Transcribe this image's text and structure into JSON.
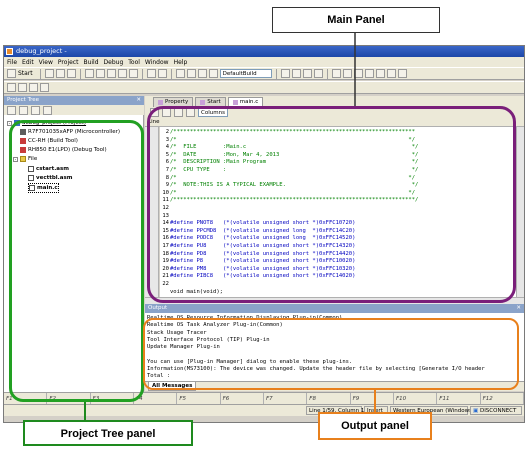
{
  "window": {
    "title": "debug_project -"
  },
  "menu": [
    "File",
    "Edit",
    "View",
    "Project",
    "Build",
    "Debug",
    "Tool",
    "Window",
    "Help"
  ],
  "toolbar": {
    "start_label": "Start",
    "build_config": "DefaultBuild"
  },
  "project_tree": {
    "title": "Project Tree",
    "items": [
      {
        "label": "debug_project (Project)",
        "icon": "project-icon"
      },
      {
        "label": "R7F701035xAFP (Microcontroller)",
        "icon": "chip-icon"
      },
      {
        "label": "CC-RH (Build Tool)",
        "icon": "build-tool-icon"
      },
      {
        "label": "RH850 E1(LPD) (Debug Tool)",
        "icon": "debug-tool-icon"
      },
      {
        "label": "File",
        "icon": "folder-icon"
      },
      {
        "label": "cstart.asm",
        "icon": "file-icon"
      },
      {
        "label": "vecttbl.asm",
        "icon": "file-icon"
      },
      {
        "label": "main.c",
        "icon": "file-icon"
      }
    ]
  },
  "editor": {
    "tabs": [
      {
        "label": "Property"
      },
      {
        "label": "Start"
      },
      {
        "label": "main.c"
      }
    ],
    "columns_label": "Columns",
    "line_header": "Line",
    "line_numbers": [
      "2",
      "3",
      "4",
      "5",
      "6",
      "7",
      "8",
      "9",
      "10",
      "11",
      "12",
      "13",
      "14",
      "15",
      "16",
      "17",
      "18",
      "19",
      "20",
      "21",
      "22"
    ],
    "code_lines": [
      {
        "text": "/*************************************************************************",
        "kind": "cmt"
      },
      {
        "text": "/*                                                                      */",
        "kind": "cmt"
      },
      {
        "text": "/*  FILE        :Main.c                                                  */",
        "kind": "cmt"
      },
      {
        "text": "/*  DATE        :Mon, Mar 4, 2013                                        */",
        "kind": "cmt"
      },
      {
        "text": "/*  DESCRIPTION :Main Program                                            */",
        "kind": "cmt"
      },
      {
        "text": "/*  CPU TYPE    :                                                        */",
        "kind": "cmt"
      },
      {
        "text": "/*                                                                      */",
        "kind": "cmt"
      },
      {
        "text": "/*  NOTE:THIS IS A TYPICAL EXAMPLE.                                      */",
        "kind": "cmt"
      },
      {
        "text": "/*                                                                      */",
        "kind": "cmt"
      },
      {
        "text": "/*************************************************************************/",
        "kind": "cmt"
      },
      {
        "text": "",
        "kind": "plain"
      },
      {
        "text": "",
        "kind": "plain"
      },
      {
        "text": "#define PNOT8   (*(volatile unsigned short *)0xFFC10720)",
        "kind": "kw"
      },
      {
        "text": "#define PPCMD8  (*(volatile unsigned long  *)0xFFC14C20)",
        "kind": "kw"
      },
      {
        "text": "#define PODC8   (*(volatile unsigned long  *)0xFFC14520)",
        "kind": "kw"
      },
      {
        "text": "#define PU8     (*(volatile unsigned short *)0xFFC14320)",
        "kind": "kw"
      },
      {
        "text": "#define PD8     (*(volatile unsigned short *)0xFFC14420)",
        "kind": "kw"
      },
      {
        "text": "#define P8      (*(volatile unsigned short *)0xFFC10020)",
        "kind": "kw"
      },
      {
        "text": "#define PM8     (*(volatile unsigned short *)0xFFC10320)",
        "kind": "kw"
      },
      {
        "text": "#define PIBC8   (*(volatile unsigned short *)0xFFC14020)",
        "kind": "kw"
      },
      {
        "text": "",
        "kind": "plain"
      }
    ],
    "partial_line": "void main(void);"
  },
  "output": {
    "title": "Output",
    "lines": [
      "Realtime OS Resource Information Displaying Plug-in(Common)",
      "Realtime OS Task Analyzer Plug-in(Common)",
      "Stack Usage Tracer",
      "Tool Interface Protocol (TIP) Plug-in",
      "Update Manager Plug-in",
      "",
      "You can use [Plug-in Manager] dialog to enable these plug-ins.",
      "Information(MS73100): The device was changed. Update the header file by selecting [Generate I/O header",
      "Total : "
    ],
    "tab_label": "All Messages"
  },
  "fkeys": [
    "F1",
    "F2",
    "F3",
    "F4",
    "F5",
    "F6",
    "F7",
    "F8",
    "F9",
    "F10",
    "F11",
    "F12"
  ],
  "status": {
    "position": "Line 1/59, Column 1",
    "mode": "Insert",
    "encoding": "Western European (Windows)",
    "connection": "DISCONNECT"
  },
  "annotations": {
    "main_panel": "Main Panel",
    "project_tree_panel": "Project Tree panel",
    "output_panel": "Output panel",
    "colors": {
      "main": "#7a1f7a",
      "tree": "#22a022",
      "output": "#e8801c"
    }
  }
}
